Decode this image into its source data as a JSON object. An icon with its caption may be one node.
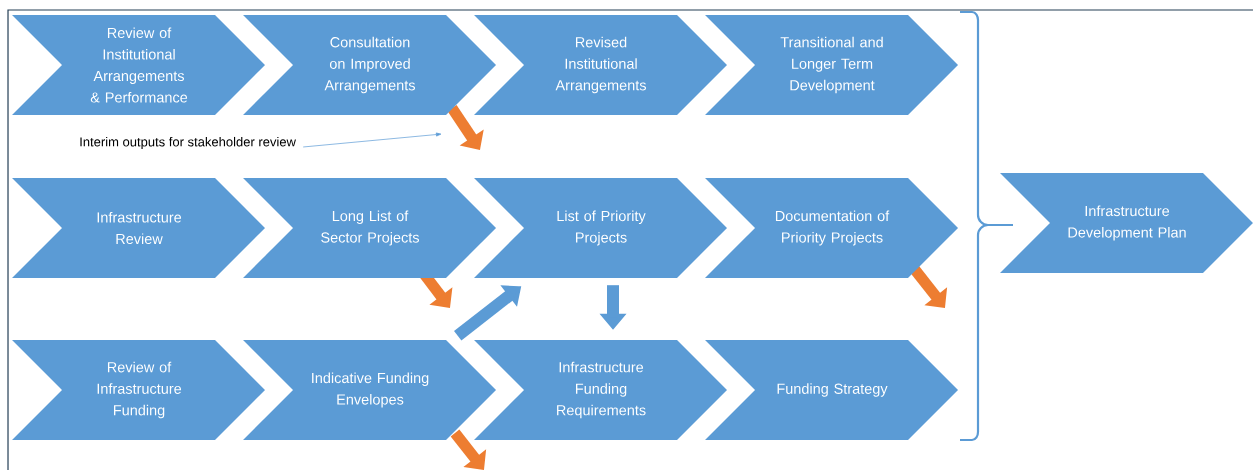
{
  "diagram": {
    "nodes": [
      {
        "text": [
          "Review of Institutional Arrangements & Performance"
        ]
      },
      {
        "text": [
          "Consultation on Improved Arrangements"
        ]
      },
      {
        "text": [
          "Revised Institutional Arrangements"
        ]
      },
      {
        "text": [
          "Transitional and Longer Term Development"
        ]
      },
      {
        "text": [
          "Interim outputs for stakeholder review"
        ]
      },
      {
        "text": [
          "Infrastructure Review"
        ]
      },
      {
        "text": [
          "Long List of Sector Projects"
        ]
      },
      {
        "text": [
          "List of Priority Projects"
        ]
      },
      {
        "text": [
          "Documentation of Priority Projects"
        ]
      },
      {
        "text": [
          "Review of Infrastructure Funding"
        ]
      },
      {
        "text": [
          "Indicative Funding Envelopes"
        ]
      },
      {
        "text": [
          "Infrastructure Funding Requirements"
        ]
      },
      {
        "text": [
          "Funding Strategy"
        ]
      },
      {
        "text": [
          "Infrastructure Development Plan"
        ]
      }
    ],
    "edges": [
      {
        "from": 10,
        "to": 7,
        "arrow": "to"
      },
      {
        "from": 7,
        "to": 11,
        "arrow": "to"
      },
      {
        "from": 4,
        "to": null,
        "arrow": "to"
      }
    ]
  }
}
